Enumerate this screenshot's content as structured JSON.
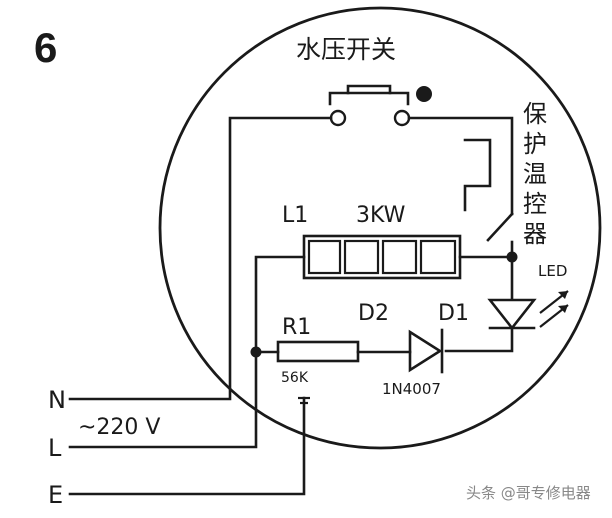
{
  "figure_number": "6",
  "switch_label": "水压开关",
  "thermostat_label_chars": [
    "保",
    "护",
    "温",
    "控",
    "器"
  ],
  "heater_label": "L1",
  "heater_power": "3KW",
  "led_label": "LED",
  "resistor_label": "R1",
  "resistor_value": "56K",
  "diode2_label": "D2",
  "diode1_label": "D1",
  "diode_part": "1N4007",
  "terminal_n": "N",
  "terminal_l": "L",
  "terminal_e": "E",
  "voltage_label": "~220 V",
  "watermark": "头条 @哥专修电器",
  "colors": {
    "ink": "#1a1a1a",
    "background": "#ffffff",
    "watermark": "#888888"
  }
}
